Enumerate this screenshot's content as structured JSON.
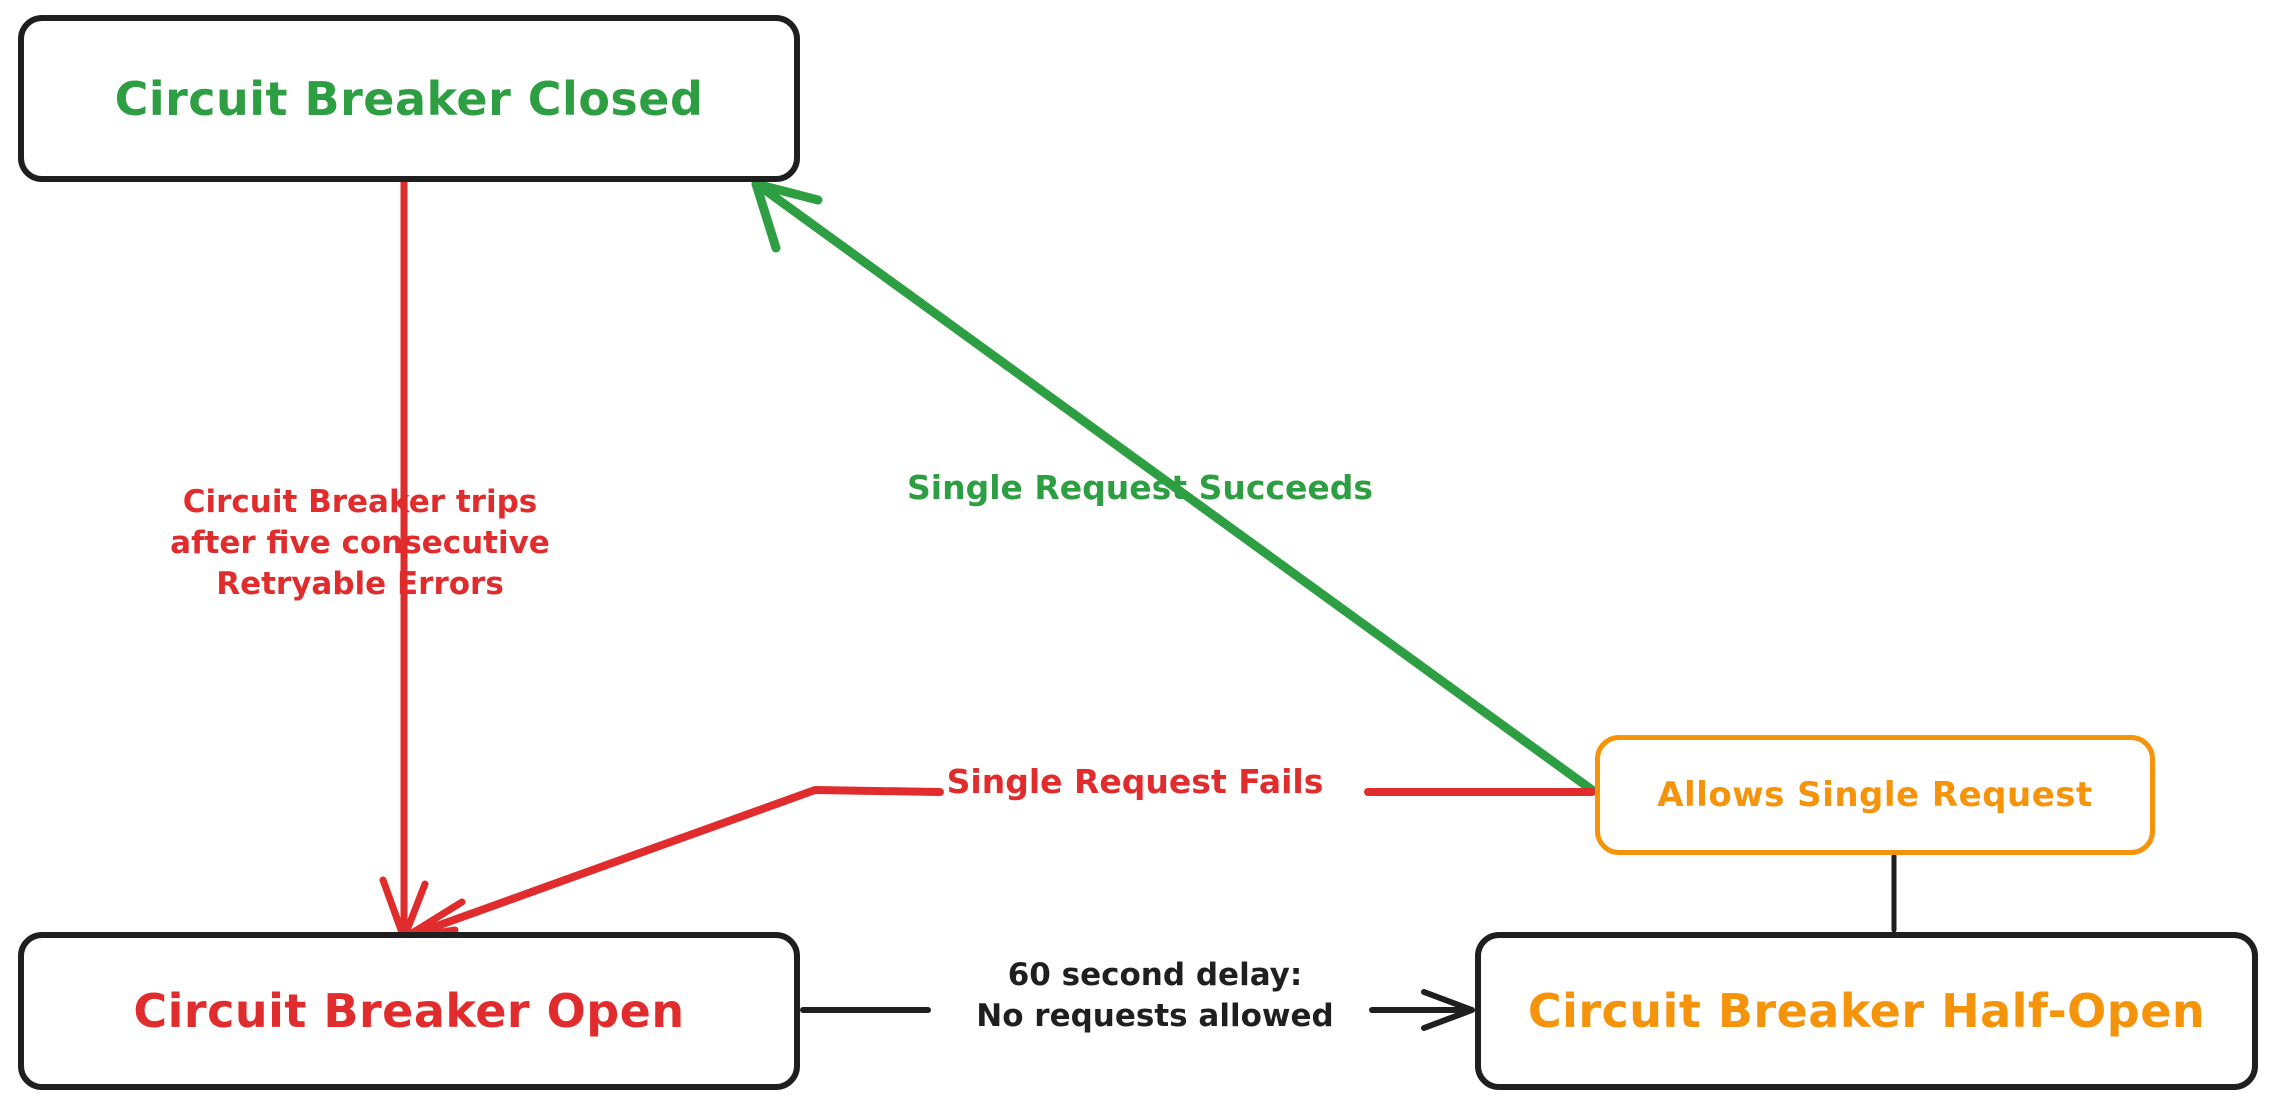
{
  "diagram": {
    "type": "state-diagram",
    "title": "Circuit Breaker State Diagram",
    "colors": {
      "green": "#2e9e43",
      "red": "#e02c2c",
      "orange": "#f5930a",
      "black": "#1f1f1f",
      "background": "#ffffff"
    },
    "nodes": [
      {
        "id": "closed",
        "label": "Circuit Breaker Closed",
        "text_color": "#2e9e43",
        "border_color": "#1f1f1f"
      },
      {
        "id": "open",
        "label": "Circuit Breaker Open",
        "text_color": "#e02c2c",
        "border_color": "#1f1f1f"
      },
      {
        "id": "allows",
        "label": "Allows Single Request",
        "text_color": "#f5930a",
        "border_color": "#f5930a"
      },
      {
        "id": "half_open",
        "label": "Circuit Breaker Half-Open",
        "text_color": "#f5930a",
        "border_color": "#1f1f1f"
      }
    ],
    "edges": [
      {
        "id": "closed-to-open",
        "from": "closed",
        "to": "open",
        "color": "#e02c2c",
        "arrow": true,
        "label_lines": [
          "Circuit Breaker trips",
          "after five consecutive",
          "Retryable Errors"
        ]
      },
      {
        "id": "allows-to-closed",
        "from": "allows",
        "to": "closed",
        "color": "#2e9e43",
        "arrow": true,
        "label_lines": [
          "Single Request Succeeds"
        ]
      },
      {
        "id": "allows-to-open",
        "from": "allows",
        "to": "open",
        "color": "#e02c2c",
        "arrow": true,
        "label_lines": [
          "Single Request Fails"
        ]
      },
      {
        "id": "open-to-half-open",
        "from": "open",
        "to": "half_open",
        "color": "#1f1f1f",
        "arrow": true,
        "label_lines": [
          "60 second delay:",
          "No requests allowed"
        ]
      },
      {
        "id": "allows-to-half-open",
        "from": "allows",
        "to": "half_open",
        "color": "#1f1f1f",
        "arrow": false,
        "label_lines": []
      }
    ],
    "labels": {
      "trips": "Circuit Breaker trips\nafter five consecutive\nRetryable Errors",
      "succeeds": "Single Request Succeeds",
      "fails": "Single Request Fails",
      "delay": "60 second delay:\nNo requests allowed"
    }
  }
}
